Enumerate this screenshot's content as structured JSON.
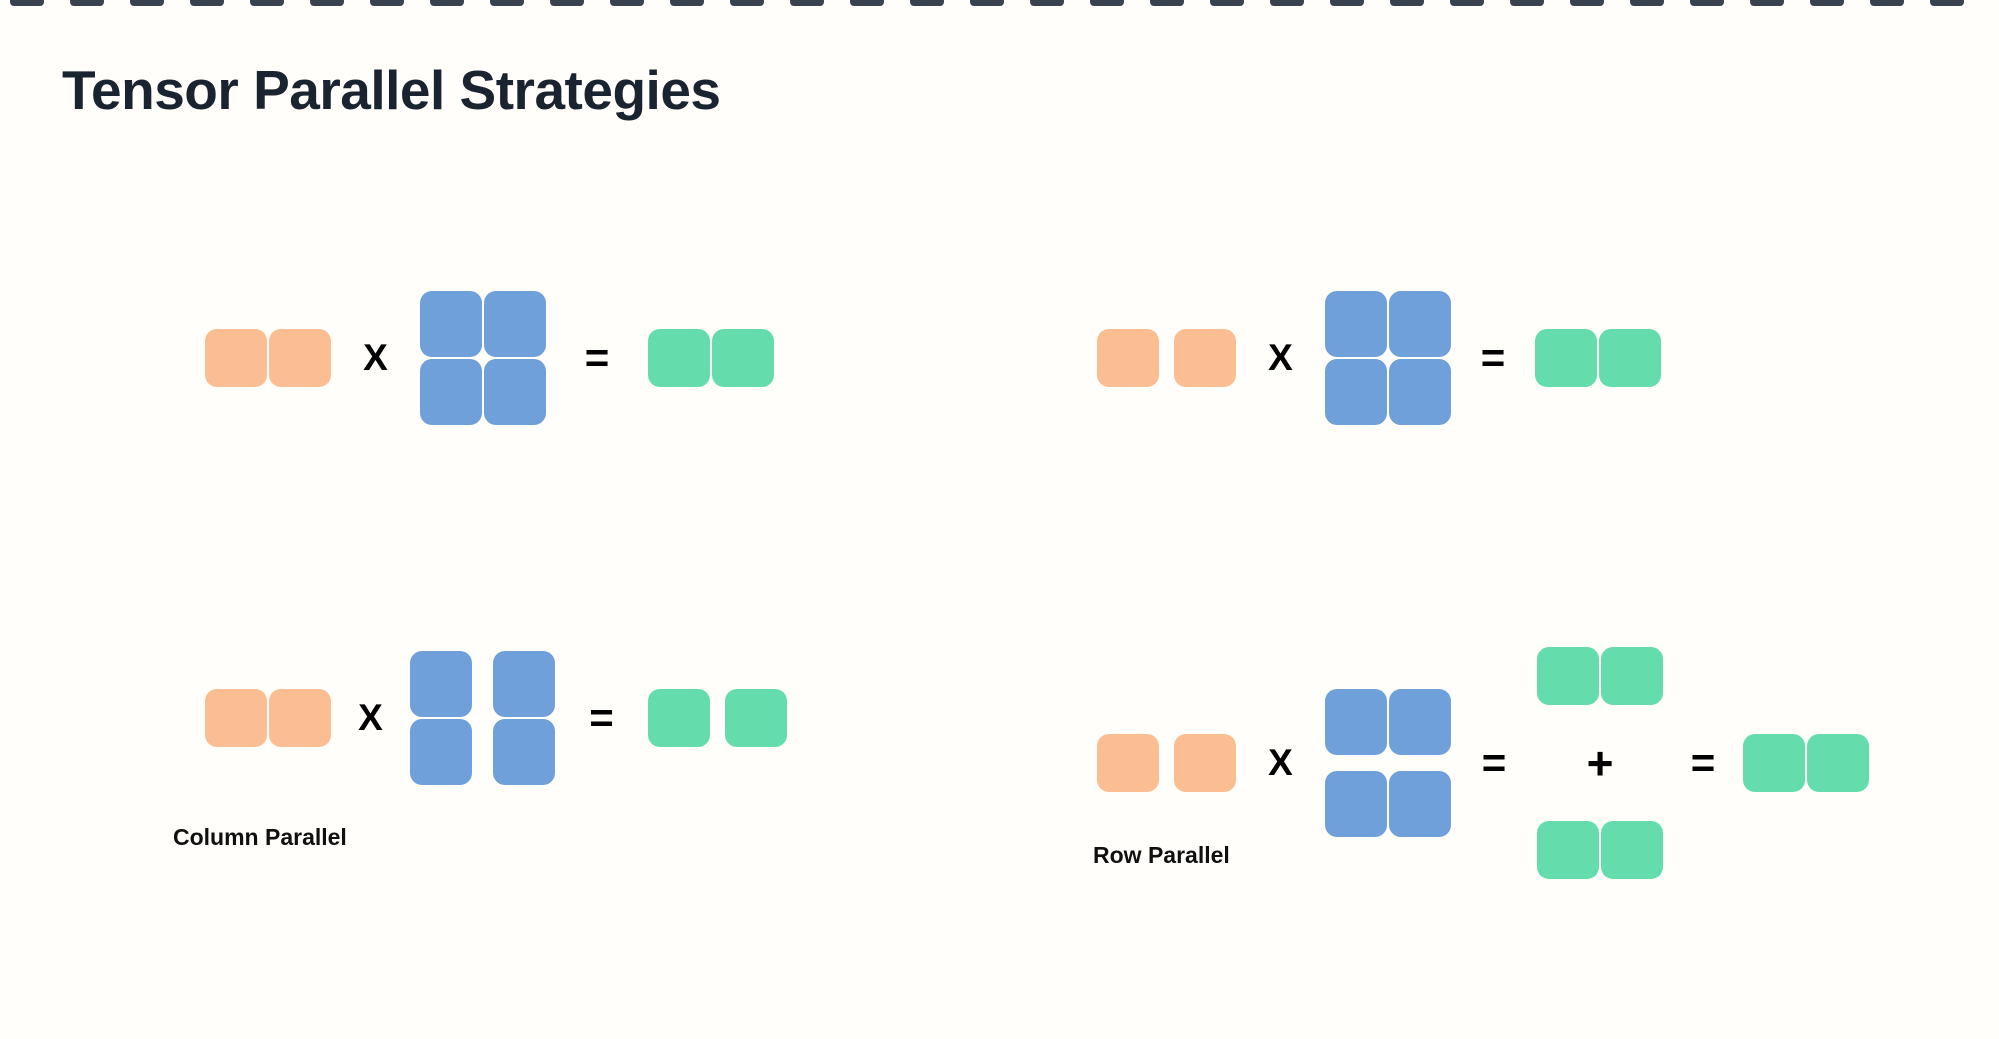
{
  "title": "Tensor Parallel Strategies",
  "labels": {
    "column_parallel": "Column Parallel",
    "row_parallel": "Row Parallel"
  },
  "operators": {
    "multiply": "X",
    "equals": "=",
    "plus": "+"
  },
  "colors": {
    "background": "#FFFEFA",
    "title_text": "#1A2330",
    "operator_text": "#000000",
    "input_shard": "#FBBE93",
    "weight_shard": "#6FA0DA",
    "output_shard": "#64DCAB",
    "top_strip_square": "#39424E"
  },
  "top_strip": {
    "segment_count": 33
  },
  "diagrams": [
    {
      "position": "top-left",
      "input": "1x2 row, joined",
      "weight": "2x2 unpartitioned",
      "result": "1x2 row, joined"
    },
    {
      "position": "top-right",
      "input": "1x2 row, sharded",
      "weight": "2x2 unpartitioned",
      "result": "1x2 row, joined"
    },
    {
      "position": "bottom-left",
      "label": "Column Parallel",
      "input": "1x2 row, joined",
      "weight": "2x2 split by columns",
      "result": "1x2 row, sharded"
    },
    {
      "position": "bottom-right",
      "label": "Row Parallel",
      "input": "1x2 row, sharded",
      "weight": "2x2 split by rows",
      "result": "two 1x2 partial rows summed into 1x2 row"
    }
  ]
}
